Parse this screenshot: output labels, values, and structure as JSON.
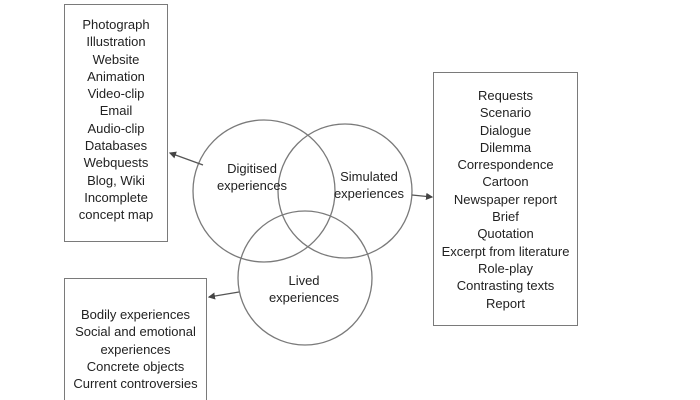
{
  "diagram": {
    "type": "venn-with-callout-boxes",
    "colors": {
      "stroke": "#7a7a7a",
      "text": "#222222",
      "background": "#ffffff"
    },
    "circles": [
      {
        "id": "digitised",
        "label_lines": [
          "Digitised",
          "experiences"
        ]
      },
      {
        "id": "simulated",
        "label_lines": [
          "Simulated",
          "experiences"
        ]
      },
      {
        "id": "lived",
        "label_lines": [
          "Lived",
          "experiences"
        ]
      }
    ],
    "boxes": {
      "digitised": {
        "items": [
          "Photograph",
          "Illustration",
          "Website",
          "Animation",
          "Video-clip",
          "Email",
          "Audio-clip",
          "Databases",
          "Webquests",
          "Blog, Wiki",
          "Incomplete",
          "concept map"
        ]
      },
      "simulated": {
        "items": [
          "Requests",
          "Scenario",
          "Dialogue",
          "Dilemma",
          "Correspondence",
          "Cartoon",
          "Newspaper report",
          "Brief",
          "Quotation",
          "Excerpt from literature",
          "Role-play",
          "Contrasting texts",
          "Report"
        ]
      },
      "lived": {
        "items": [
          "Bodily experiences",
          "Social and emotional",
          "experiences",
          "Concrete objects",
          "Current controversies"
        ]
      }
    },
    "arrows": [
      {
        "from": "digitised-circle",
        "to": "digitised-box"
      },
      {
        "from": "simulated-circle",
        "to": "simulated-box"
      },
      {
        "from": "lived-circle",
        "to": "lived-box"
      }
    ]
  }
}
